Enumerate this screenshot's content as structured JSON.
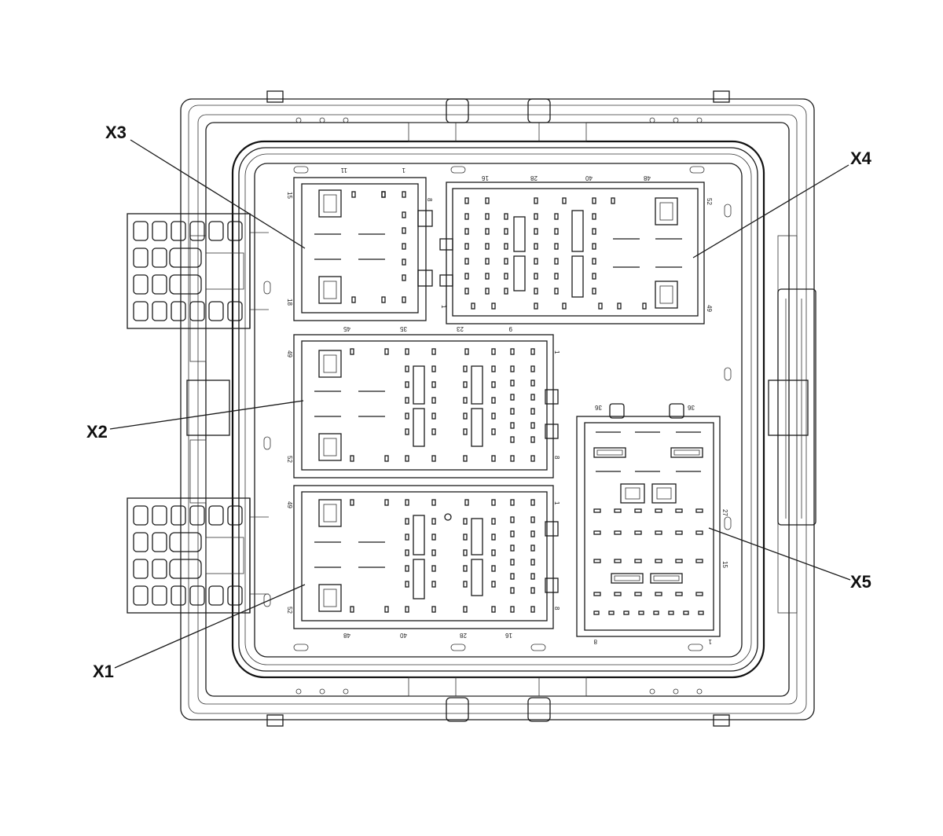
{
  "callouts": {
    "x1": "X1",
    "x2": "X2",
    "x3": "X3",
    "x4": "X4",
    "x5": "X5"
  },
  "pin_numbers": {
    "x3_top_11": "11",
    "x3_top_1": "1",
    "x3_left_15": "15",
    "x3_left_18": "18",
    "x3_right_8": "8",
    "x4_top_16": "16",
    "x4_top_28": "28",
    "x4_top_40": "40",
    "x4_top_48": "48",
    "x4_right_52": "52",
    "x4_right_49": "49",
    "x4_left_1": "1",
    "x2_top_45": "45",
    "x2_top_35": "35",
    "x2_top_23": "23",
    "x2_top_9": "9",
    "x2_left_49": "49",
    "x2_left_52": "52",
    "x2_right_1": "1",
    "x2_right_8": "8",
    "x1_bottom_48": "48",
    "x1_bottom_40": "40",
    "x1_bottom_28": "28",
    "x1_bottom_16": "16",
    "x1_left_49": "49",
    "x1_left_52": "52",
    "x1_right_1": "1",
    "x1_right_8": "8",
    "x5_top_36a": "36",
    "x5_top_36b": "36",
    "x5_right_27": "27",
    "x5_right_15": "15",
    "x5_bottom_8": "8",
    "x5_bottom_1": "1"
  }
}
